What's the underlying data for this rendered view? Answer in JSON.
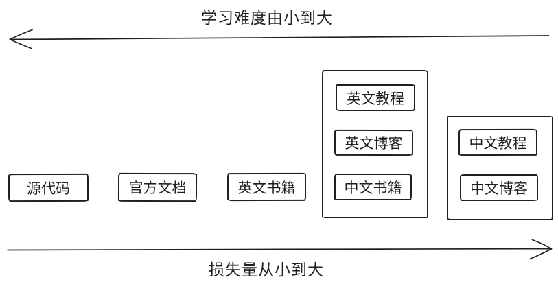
{
  "diagram": {
    "background": "#ffffff",
    "stroke_color": "#1f1f1f",
    "top_axis": {
      "label": "学习难度由小到大",
      "direction": "left",
      "icon": "arrow-left"
    },
    "bottom_axis": {
      "label": "损失量从小到大",
      "direction": "right",
      "icon": "arrow-right"
    },
    "nodes": [
      {
        "label": "源代码"
      },
      {
        "label": "官方文档"
      },
      {
        "label": "英文书籍"
      }
    ],
    "groups": [
      {
        "items": [
          {
            "label": "英文教程"
          },
          {
            "label": "英文博客"
          },
          {
            "label": "中文书籍"
          }
        ]
      },
      {
        "items": [
          {
            "label": "中文教程"
          },
          {
            "label": "中文博客"
          }
        ]
      }
    ]
  }
}
